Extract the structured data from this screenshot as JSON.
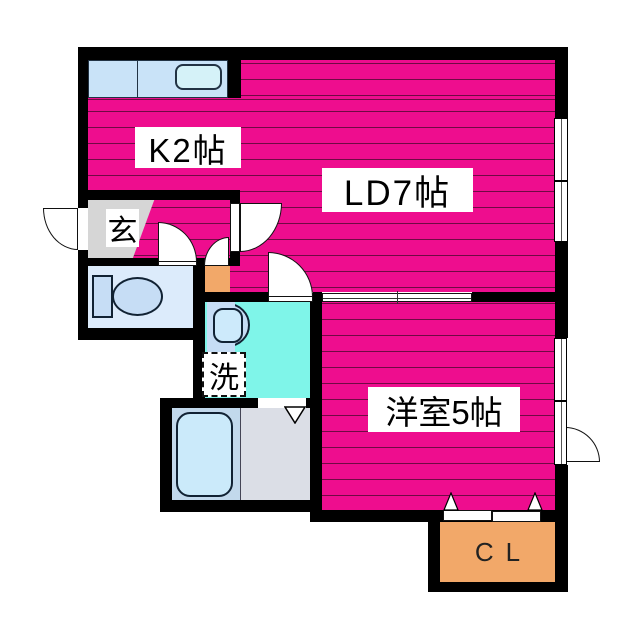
{
  "floorplan": {
    "rooms": {
      "kitchen": {
        "label": "K2帖"
      },
      "living_dining": {
        "label": "LD7帖"
      },
      "western_room": {
        "label": "洋室5帖"
      },
      "entrance": {
        "label": "玄"
      },
      "laundry": {
        "label": "洗"
      },
      "closet": {
        "label": "CL"
      }
    },
    "colors": {
      "wall": "#000000",
      "floor_pink": "#ee0d8e",
      "stripe": "#700a44",
      "entrance_gray": "#d6d6d6",
      "washroom_cyan": "#7ff5e9",
      "toilet_room_blue": "#dcebfb",
      "fixture_blue": "#c6ddf5",
      "bowl_blue": "#cdeafb",
      "counter_blue": "#c9e3f8",
      "sink_blue": "#d5f2f8",
      "tub_blue": "#cbeafa",
      "tub_zone_blue": "#c2d9ec",
      "bath_floor_gray": "#dbdee6",
      "cabinet_orange": "#f2a869",
      "label_bg": "#ffffff",
      "label_text": "#000000"
    }
  }
}
